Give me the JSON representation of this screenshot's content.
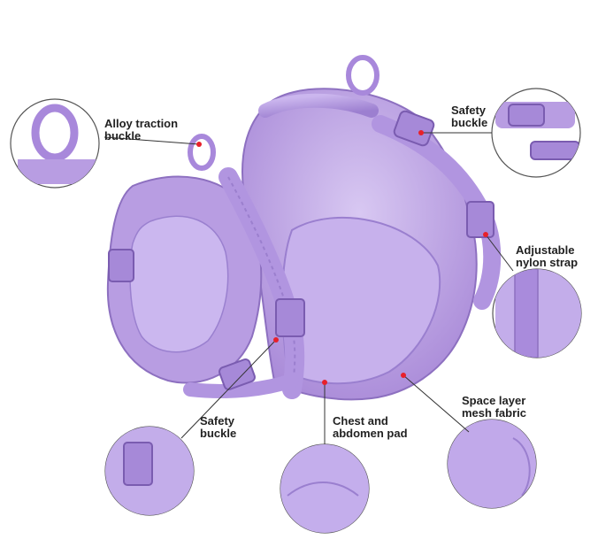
{
  "colors": {
    "lavender": "#b79ce0",
    "lavender_light": "#d4c2f0",
    "lavender_dark": "#8d70c0",
    "lavender_deep": "#7a5cb0",
    "pointer_dot": "#e8202a",
    "leader_line": "#333333",
    "circle_border": "#555555"
  },
  "callouts": [
    {
      "id": "alloy-traction-buckle",
      "lines": [
        "Alloy traction",
        "buckle"
      ]
    },
    {
      "id": "safety-buckle-top",
      "lines": [
        "Safety",
        "buckle"
      ]
    },
    {
      "id": "adjustable-nylon-strap",
      "lines": [
        "Adjustable",
        "nylon strap"
      ]
    },
    {
      "id": "safety-buckle-bottom",
      "lines": [
        "Safety",
        "buckle"
      ]
    },
    {
      "id": "chest-abdomen-pad",
      "lines": [
        "Chest and",
        "abdomen pad"
      ]
    },
    {
      "id": "space-layer-mesh",
      "lines": [
        "Space layer",
        "mesh fabric"
      ]
    }
  ]
}
